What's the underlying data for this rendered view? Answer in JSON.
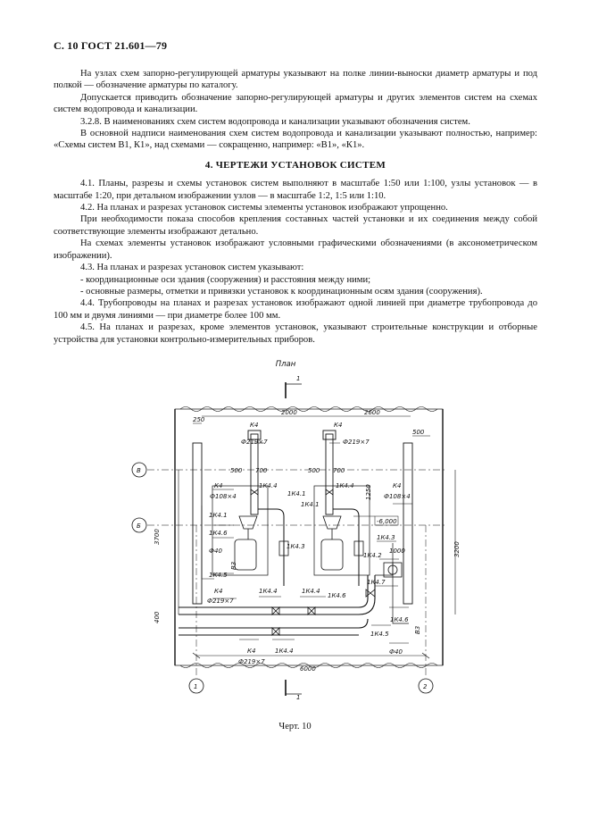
{
  "header": {
    "title": "С. 10 ГОСТ 21.601—79"
  },
  "paragraphs_top": [
    "На узлах схем запорно-регулирующей арматуры указывают на полке линии-выноски диаметр арматуры и под полкой — обозначение арматуры по каталогу.",
    "Допускается приводить обозначение запорно-регулирующей арматуры и других элементов систем на схемах систем водопровода и канализации.",
    "3.2.8. В наименованиях схем систем водопровода и канализации указывают обозначения систем.",
    "В основной надписи наименования схем систем водопровода и канализации указывают полностью, например: «Схемы систем В1, К1», над схемами — сокращенно, например: «В1», «К1»."
  ],
  "section_title": "4. ЧЕРТЕЖИ УСТАНОВОК СИСТЕМ",
  "paragraphs_section": [
    "4.1. Планы, разрезы и схемы установок систем выполняют в масштабе 1:50 или 1:100, узлы установок — в масштабе 1:20, при детальном изображении узлов — в масштабе 1:2, 1:5 или 1:10.",
    "4.2. На планах и разрезах установок системы элементы установок изображают упрощенно.",
    "При необходимости показа способов крепления составных частей установки и их соединения между собой соответствующие элементы изображают детально.",
    "На схемах элементы установок изображают условными графическими обозначениями (в аксонометрическом изображении).",
    "4.3. На планах и разрезах установок систем указывают:",
    "- координационные оси здания (сооружения) и расстояния между ними;",
    "- основные размеры, отметки и привязки установок к координационным осям здания (сооружения).",
    "4.4. Трубопроводы на планах и разрезах установок изображают одной линией при диаметре трубопровода до 100 мм и двумя линиями — при диаметре более 100 мм.",
    "4.5. На планах и разрезах, кроме элементов установок, указывают строительные конструкции и отборные устройства для установки контрольно-измерительных приборов."
  ],
  "drawing": {
    "title": "План",
    "section_mark": "1",
    "dims": {
      "d250": "250",
      "d2000": "2000",
      "d2600": "2600",
      "d500a": "500",
      "d500b": "500",
      "d700a": "700",
      "d500c": "500",
      "d700b": "700",
      "d1250": "1250",
      "d1000": "1000",
      "d3700": "3700",
      "d3200": "3200",
      "d400": "400",
      "d6000": "6000",
      "level": "-6,000"
    },
    "axes": {
      "a1": "1",
      "a2": "2",
      "aV": "В",
      "aB": "Б"
    },
    "labels": {
      "k4_1": "К4",
      "d219_1": "Ф219×7",
      "k4_2": "К4",
      "d219_2": "Ф219×7",
      "k4_3": "К4",
      "d108_1": "Ф108×4",
      "k4_4": "К4",
      "d108_2": "Ф108×4",
      "k44_1": "1К4.4",
      "k41_1": "1К4.1",
      "k44_2": "1К4.4",
      "k41_2": "1К4.1",
      "k41_3": "1К4.1",
      "k46_1": "1К4.6",
      "k43_1": "1К4.3",
      "k43_2": "1К4.3",
      "k42": "1К4.2",
      "d40_1": "Ф40",
      "v3_1": "В3",
      "k45_1": "1К4.5",
      "k4_5": "К4",
      "d219_3": "Ф219×7",
      "k44_3": "1К4.4",
      "k44_4": "1К4.4",
      "k46_2": "1К4.6",
      "k47": "1К4.7",
      "k46_3": "1К4.6",
      "k45_2": "1К4.5",
      "v3_2": "В3",
      "d40_2": "Ф40",
      "k4_6": "К4",
      "k44_5": "1К4.4",
      "d219_4": "Ф219×7"
    }
  },
  "caption": "Черт. 10"
}
